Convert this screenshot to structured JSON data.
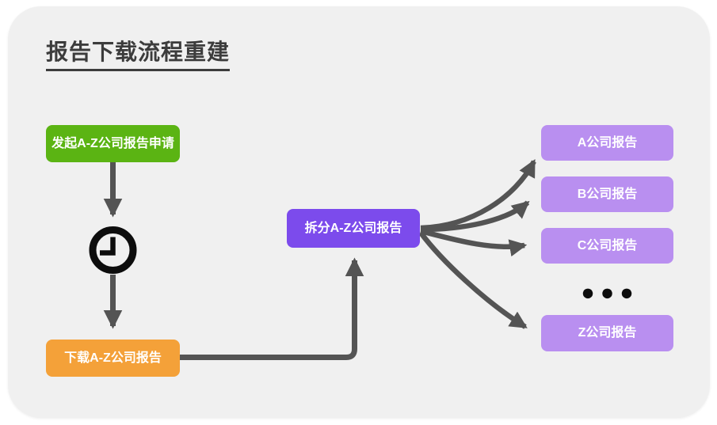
{
  "card": {
    "title": "报告下载流程重建"
  },
  "flow": {
    "start": {
      "label": "发起A-Z公司报告申请",
      "color": "#5bb413"
    },
    "wait_icon": "clock-icon",
    "download": {
      "label": "下载A-Z公司报告",
      "color": "#f4a139"
    },
    "split": {
      "label": "拆分A-Z公司报告",
      "color": "#7c4bec"
    },
    "outputs": {
      "color": "#b98ff0",
      "items": [
        {
          "label": "A公司报告"
        },
        {
          "label": "B公司报告"
        },
        {
          "label": "C公司报告"
        },
        {
          "label": "Z公司报告"
        }
      ],
      "ellipsis": "●●●"
    }
  },
  "colors": {
    "canvas": "#f0f0f0",
    "connector": "#545454",
    "clock": "#0d0d0d",
    "title_text": "#3c3c3c",
    "node_text": "#ffffff"
  }
}
